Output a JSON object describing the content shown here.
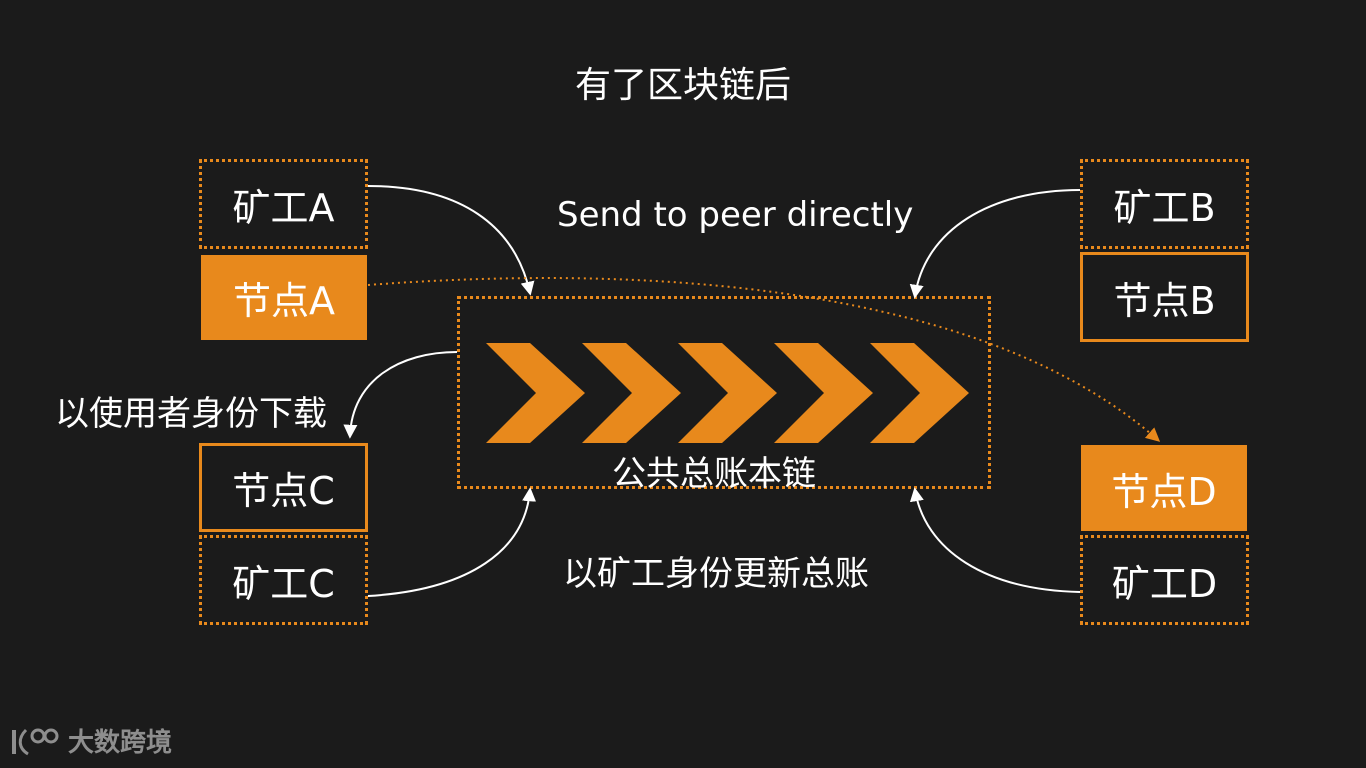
{
  "title": "有了区块链后",
  "nodes": {
    "miner_a": "矿工A",
    "node_a": "节点A",
    "miner_b": "矿工B",
    "node_b": "节点B",
    "node_c": "节点C",
    "miner_c": "矿工C",
    "node_d": "节点D",
    "miner_d": "矿工D"
  },
  "labels": {
    "send_to_peer": "Send to peer directly",
    "download_as_user": "以使用者身份下载",
    "update_as_miner": "以矿工身份更新总账",
    "ledger_chain": "公共总账本链"
  },
  "logo": {
    "text": "大数跨境",
    "icon": "logo-icon"
  },
  "colors": {
    "background": "#1b1b1b",
    "accent": "#e8891c",
    "text": "#ffffff"
  }
}
